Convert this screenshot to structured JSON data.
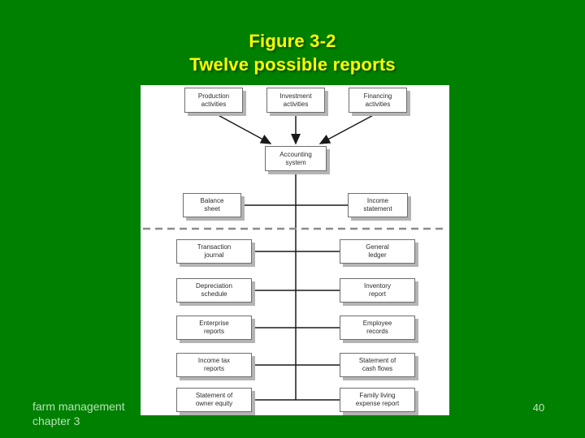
{
  "slide": {
    "title": {
      "line1": "Figure 3-2",
      "line2": "Twelve possible reports"
    },
    "footer": {
      "line1": "farm management",
      "line2": "chapter 3"
    },
    "page_number": "40"
  },
  "colors": {
    "background": "#008000",
    "title_text": "#FFFF00",
    "footer_text": "#B6E2B6",
    "box_border": "#6E6E6E",
    "box_shadow": "#B4B4B4",
    "connector_line": "#1A1A1A",
    "divider_dashed": "#8C8C8C"
  },
  "diagram": {
    "description": "Flow of accounting information: three activity sources feed the accounting system, which produces twelve possible reports",
    "boxes": [
      {
        "id": "production-activities",
        "line1": "Production",
        "line2": "activities"
      },
      {
        "id": "investment-activities",
        "line1": "Investment",
        "line2": "activities"
      },
      {
        "id": "financing-activities",
        "line1": "Financing",
        "line2": "activities"
      },
      {
        "id": "accounting-system",
        "line1": "Accounting",
        "line2": "system"
      },
      {
        "id": "balance-sheet",
        "line1": "Balance",
        "line2": "sheet"
      },
      {
        "id": "income-statement",
        "line1": "Income",
        "line2": "statement"
      },
      {
        "id": "transaction-journal",
        "line1": "Transaction",
        "line2": "journal"
      },
      {
        "id": "general-ledger",
        "line1": "General",
        "line2": "ledger"
      },
      {
        "id": "depreciation-schedule",
        "line1": "Depreciation",
        "line2": "schedule"
      },
      {
        "id": "inventory-report",
        "line1": "Inventory",
        "line2": "report"
      },
      {
        "id": "enterprise-reports",
        "line1": "Enterprise",
        "line2": "reports"
      },
      {
        "id": "employee-records",
        "line1": "Employee",
        "line2": "records"
      },
      {
        "id": "income-tax-reports",
        "line1": "Income tax",
        "line2": "reports"
      },
      {
        "id": "statement-of-cash-flows",
        "line1": "Statement of",
        "line2": "cash flows"
      },
      {
        "id": "statement-of-owner-equity",
        "line1": "Statement of",
        "line2": "owner equity"
      },
      {
        "id": "family-living-expense-report",
        "line1": "Family living",
        "line2": "expense report"
      }
    ],
    "connections": [
      "production-activities -> accounting-system (arrow)",
      "investment-activities -> accounting-system (arrow)",
      "financing-activities -> accounting-system (arrow)",
      "accounting-system -> central vertical line feeding all report rows",
      "balance-sheet -- income-statement",
      "transaction-journal -- general-ledger",
      "depreciation-schedule -- inventory-report",
      "enterprise-reports -- employee-records",
      "income-tax-reports -- statement-of-cash-flows",
      "statement-of-owner-equity -- family-living-expense-report",
      "dashed divider between financial statements and detail records"
    ]
  }
}
